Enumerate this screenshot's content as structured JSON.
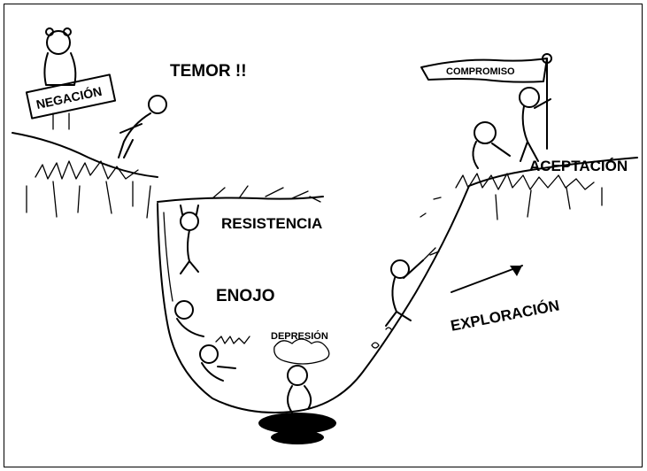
{
  "stages": {
    "negacion": "NEGACIÓN",
    "temor": "TEMOR !!",
    "resistencia": "RESISTENCIA",
    "enojo": "ENOJO",
    "depresion": "DEPRESIÓN",
    "exploracion": "EXPLORACIÓN",
    "aceptacion": "ACEPTACIÓN",
    "compromiso": "COMPROMISO"
  },
  "colors": {
    "ink": "#000000",
    "background": "#ffffff"
  }
}
